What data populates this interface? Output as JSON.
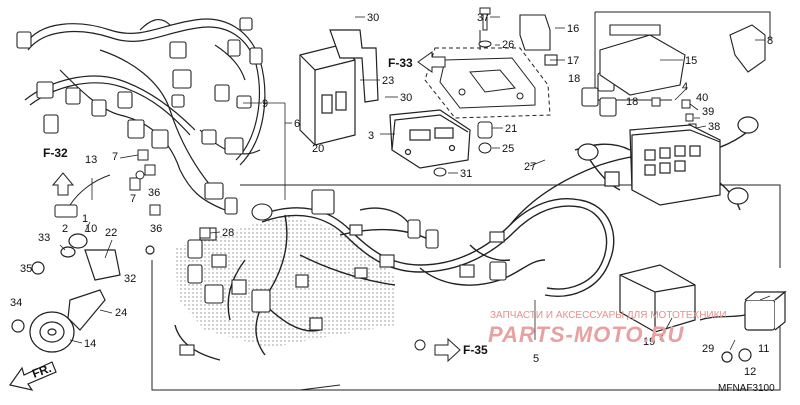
{
  "diagram": {
    "part_numbers": [
      {
        "id": "30a",
        "text": "30"
      },
      {
        "id": "37",
        "text": "37"
      },
      {
        "id": "16",
        "text": "16"
      },
      {
        "id": "26",
        "text": "26"
      },
      {
        "id": "17",
        "text": "17"
      },
      {
        "id": "8",
        "text": "8"
      },
      {
        "id": "15",
        "text": "15"
      },
      {
        "id": "23",
        "text": "23"
      },
      {
        "id": "9",
        "text": "9"
      },
      {
        "id": "30b",
        "text": "30"
      },
      {
        "id": "18a",
        "text": "18"
      },
      {
        "id": "18b",
        "text": "18"
      },
      {
        "id": "4",
        "text": "4"
      },
      {
        "id": "40",
        "text": "40"
      },
      {
        "id": "39",
        "text": "39"
      },
      {
        "id": "38",
        "text": "38"
      },
      {
        "id": "6",
        "text": "6"
      },
      {
        "id": "3",
        "text": "3"
      },
      {
        "id": "21",
        "text": "21"
      },
      {
        "id": "20",
        "text": "20"
      },
      {
        "id": "25",
        "text": "25"
      },
      {
        "id": "27",
        "text": "27"
      },
      {
        "id": "31",
        "text": "31"
      },
      {
        "id": "13",
        "text": "13"
      },
      {
        "id": "7a",
        "text": "7"
      },
      {
        "id": "7b",
        "text": "7"
      },
      {
        "id": "36a",
        "text": "36"
      },
      {
        "id": "36b",
        "text": "36"
      },
      {
        "id": "28",
        "text": "28"
      },
      {
        "id": "1",
        "text": "1"
      },
      {
        "id": "2",
        "text": "2"
      },
      {
        "id": "10",
        "text": "10"
      },
      {
        "id": "22",
        "text": "22"
      },
      {
        "id": "33",
        "text": "33"
      },
      {
        "id": "35",
        "text": "35"
      },
      {
        "id": "32",
        "text": "32"
      },
      {
        "id": "24",
        "text": "24"
      },
      {
        "id": "34",
        "text": "34"
      },
      {
        "id": "14",
        "text": "14"
      },
      {
        "id": "5",
        "text": "5"
      },
      {
        "id": "19",
        "text": "19"
      },
      {
        "id": "29",
        "text": "29"
      },
      {
        "id": "11",
        "text": "11"
      },
      {
        "id": "12",
        "text": "12"
      }
    ],
    "references": {
      "f32": "F-32",
      "f33": "F-33",
      "f35": "F-35",
      "fr": "FR."
    },
    "diagram_code": "MFNAF3100"
  },
  "watermark": {
    "caption": "ЗАПЧАСТИ И АКСЕССУАРЫ ДЛЯ МОТОТЕХНИКИ",
    "logo": "PARTS-MOTO.RU"
  }
}
